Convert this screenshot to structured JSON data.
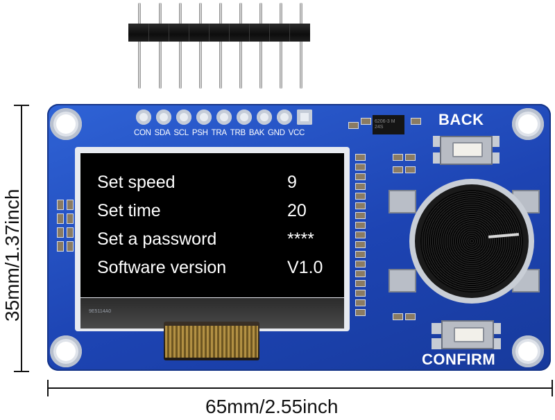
{
  "pin_labels": [
    "CON",
    "SDA",
    "SCL",
    "PSH",
    "TRA",
    "TRB",
    "BAK",
    "GND",
    "VCC"
  ],
  "screen_menu": [
    {
      "label": "Set speed",
      "value": "9"
    },
    {
      "label": "Set time",
      "value": "20"
    },
    {
      "label": "Set a password",
      "value": "****"
    },
    {
      "label": "Software version",
      "value": "V1.0"
    }
  ],
  "buttons": {
    "back_label": "BACK",
    "confirm_label": "CONFIRM"
  },
  "dimensions": {
    "height_label": "35mm/1.37inch",
    "width_label": "65mm/2.55inch"
  },
  "markings": {
    "regulator": "6206-3 M 24S",
    "fpc": "9E5114A0"
  },
  "colors": {
    "board": "#1d44b3",
    "screen": "#000000",
    "text": "#ffffff"
  }
}
